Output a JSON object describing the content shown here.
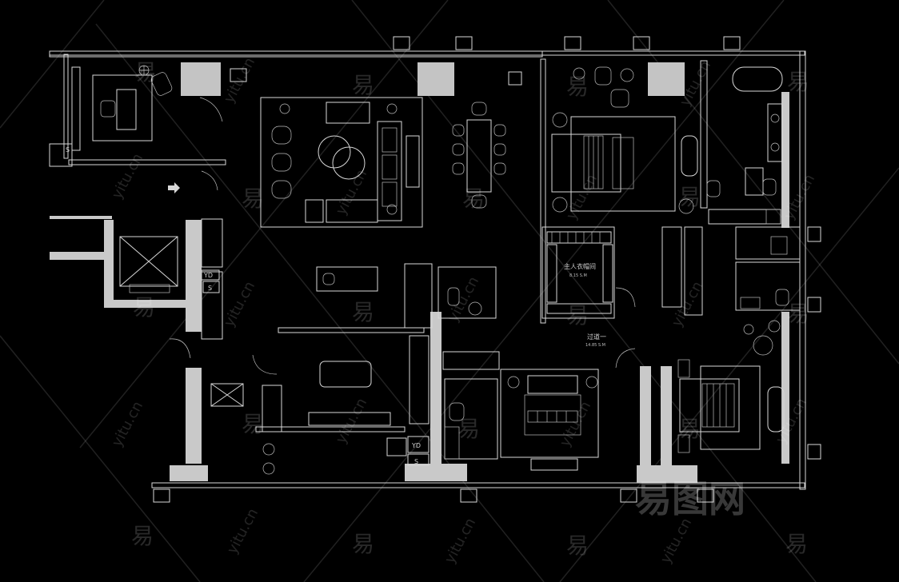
{
  "plan": {
    "rooms": [
      {
        "label": "主人衣帽间",
        "area": "8.15 S.M"
      },
      {
        "label": "过道一",
        "area": "14.85 S.M"
      }
    ],
    "symbols": {
      "elevator_tag": "S",
      "wardrobe_tag_1": "YD",
      "wardrobe_tag_2": "YD",
      "stair_tag_1": "S",
      "stair_tag_2": "S"
    }
  },
  "watermark": {
    "glyph": "易",
    "url": "yitu.cn",
    "brand": "易图网"
  },
  "colors": {
    "background": "#000000",
    "linework": "#d8d8d8",
    "walls": "#c9c9c9"
  }
}
